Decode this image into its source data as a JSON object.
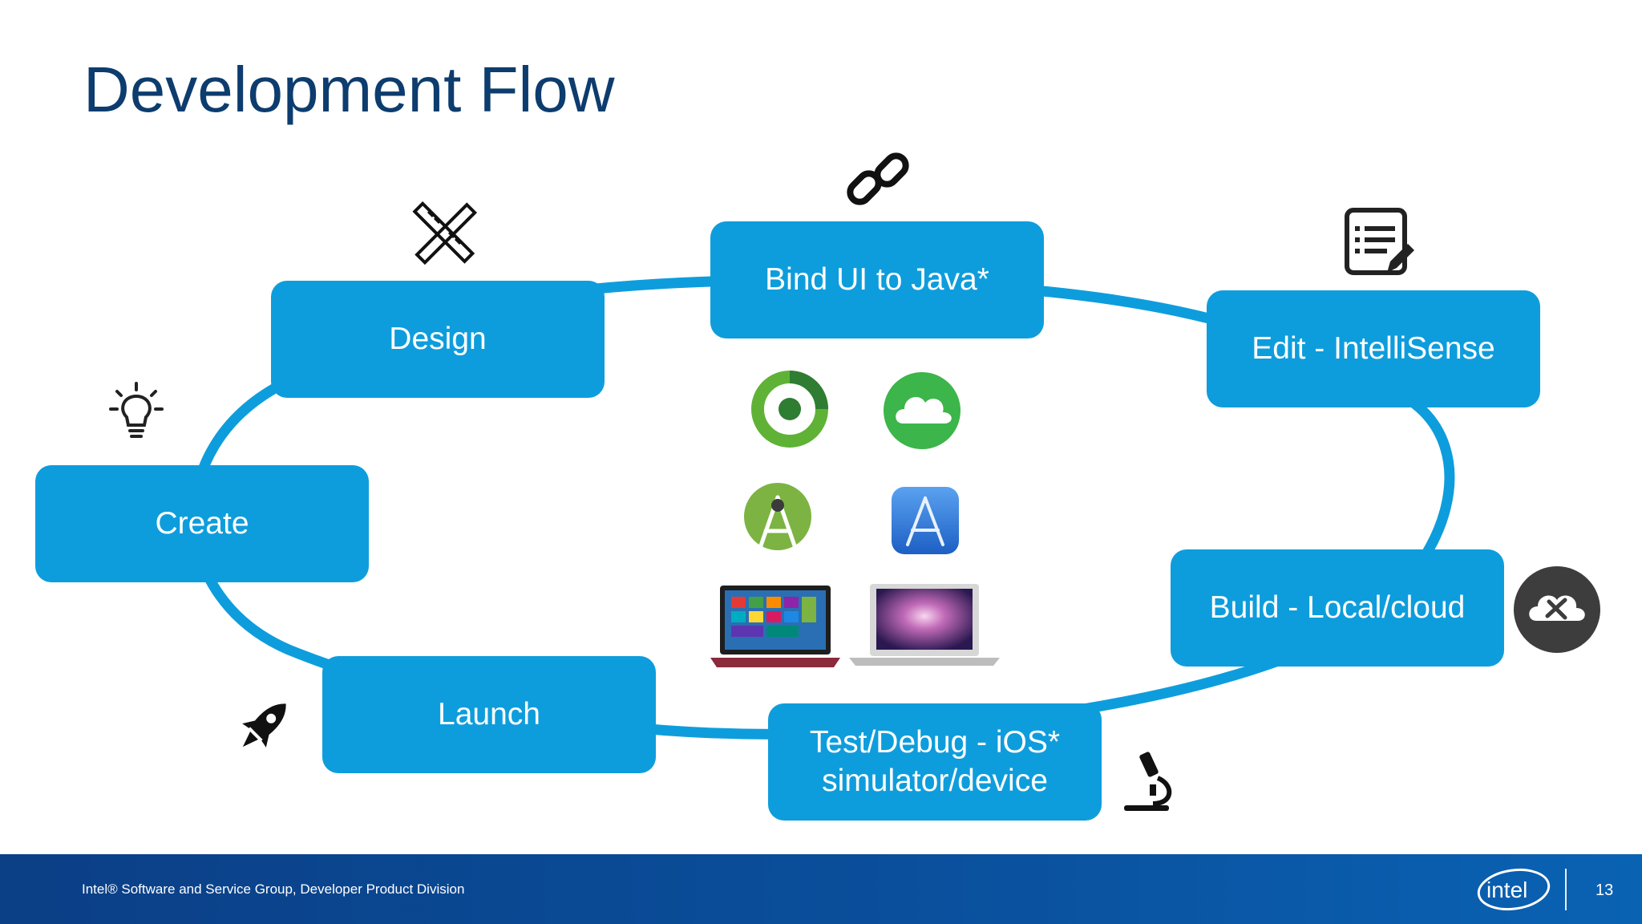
{
  "slide": {
    "title": "Development Flow"
  },
  "steps": [
    {
      "id": "create",
      "label": "Create",
      "icon": "lightbulb-icon"
    },
    {
      "id": "design",
      "label": "Design",
      "icon": "ruler-pencil-icon"
    },
    {
      "id": "bind",
      "label": "Bind UI to Java*",
      "icon": "link-icon"
    },
    {
      "id": "edit",
      "label": "Edit - IntelliSense",
      "icon": "edit-document-icon"
    },
    {
      "id": "build",
      "label": "Build - Local/cloud",
      "icon": "cloud-build-icon"
    },
    {
      "id": "test",
      "label": "Test/Debug - iOS* simulator/device",
      "line1": "Test/Debug - iOS*",
      "line2": "simulator/device",
      "icon": "microscope-icon"
    },
    {
      "id": "launch",
      "label": "Launch",
      "icon": "rocket-icon"
    }
  ],
  "center_icons": [
    "crosswalk-logo-icon",
    "cloud-logo-icon",
    "android-studio-icon",
    "xcode-icon",
    "windows-laptop-icon",
    "macbook-icon"
  ],
  "colors": {
    "box": "#0e9ddc",
    "title": "#0d3c6e",
    "footer": "#0b3f86"
  },
  "footer": {
    "text": "Intel® Software and Service Group, Developer Product Division",
    "logo": "intel",
    "page": "13"
  }
}
